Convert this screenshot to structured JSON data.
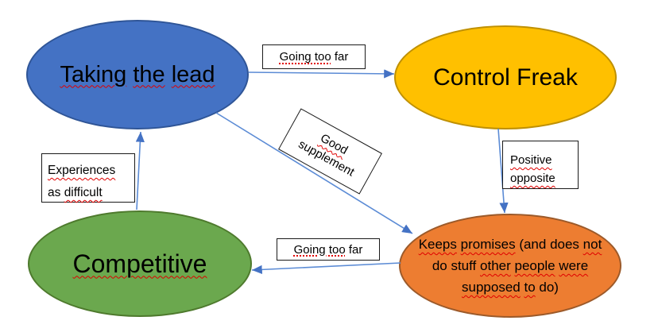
{
  "colors": {
    "canvas_bg": "#FFFFFF",
    "text": "#000000",
    "node_blue": "#4472C4",
    "node_blue_border": "#2F5597",
    "node_gold": "#FFC000",
    "node_gold_border": "#BF9000",
    "node_green": "#6BA84E",
    "node_green_border": "#4E7A2D",
    "node_orange": "#ED7D31",
    "node_orange_border": "#9C5A2A",
    "connector": "#5B8BD5",
    "arrowhead": "#4472C4",
    "spellcheck": "#E00000",
    "label_border": "#1A1A1A",
    "label_bg": "#FFFFFF"
  },
  "nodes": [
    {
      "id": "taking-the-lead",
      "label": "Taking the lead",
      "segments": [
        {
          "t": "Taking",
          "u": "wavy"
        },
        {
          "t": " "
        },
        {
          "t": "the",
          "u": "wavy"
        },
        {
          "t": " "
        },
        {
          "t": "lead",
          "u": "wavy"
        }
      ]
    },
    {
      "id": "control-freak",
      "label": "Control Freak",
      "segments": [
        {
          "t": "Control Freak"
        }
      ]
    },
    {
      "id": "competitive",
      "label": "Competitive",
      "segments": [
        {
          "t": "Competitive",
          "u": "wavy"
        }
      ]
    },
    {
      "id": "keeps-promises",
      "label": "Keeps promises (and does not do stuff other people were supposed to do)",
      "segments": [
        {
          "t": "Keeps",
          "u": "wavy"
        },
        {
          "t": " "
        },
        {
          "t": "promises",
          "u": "wavy"
        },
        {
          "t": " (and does "
        },
        {
          "t": "not",
          "u": "wavy"
        },
        {
          "br": true
        },
        {
          "t": "do stuff "
        },
        {
          "t": "other",
          "u": "wavy"
        },
        {
          "t": " "
        },
        {
          "t": "people",
          "u": "wavy"
        },
        {
          "t": " "
        },
        {
          "t": "were",
          "u": "wavy"
        },
        {
          "br": true
        },
        {
          "t": "supposed",
          "u": "wavy"
        },
        {
          "t": " "
        },
        {
          "t": "to",
          "u": "wavy"
        },
        {
          "t": " do)"
        }
      ]
    }
  ],
  "edges": [
    {
      "from": "taking-the-lead",
      "to": "control-freak",
      "label": "Going too far",
      "segments": [
        {
          "t": "Going too",
          "u": "dot"
        },
        {
          "t": " far"
        }
      ]
    },
    {
      "from": "taking-the-lead",
      "to": "keeps-promises",
      "label": "Good supplement",
      "segments": [
        {
          "t": "Good",
          "u": "wavy"
        },
        {
          "br": true
        },
        {
          "t": "supplement"
        }
      ]
    },
    {
      "from": "control-freak",
      "to": "keeps-promises",
      "label": "Positive opposite",
      "segments": [
        {
          "t": "Positive",
          "u": "wavy"
        },
        {
          "br": true
        },
        {
          "t": "opposite",
          "u": "wavy"
        }
      ]
    },
    {
      "from": "keeps-promises",
      "to": "competitive",
      "label": "Going too far",
      "segments": [
        {
          "t": "Going too",
          "u": "dot"
        },
        {
          "t": " far"
        }
      ]
    },
    {
      "from": "competitive",
      "to": "taking-the-lead",
      "label": "Experiences as difficult",
      "segments": [
        {
          "t": "Experiences",
          "u": "wavy"
        },
        {
          "br": true
        },
        {
          "t": "as "
        },
        {
          "t": "difficult",
          "u": "wavy"
        }
      ]
    }
  ]
}
